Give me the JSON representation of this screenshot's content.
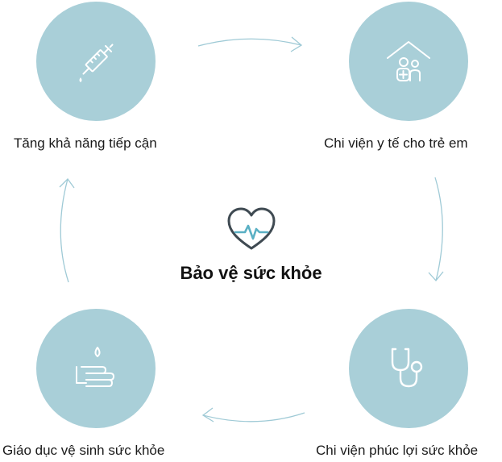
{
  "center": {
    "title": "Bảo vệ sức khỏe",
    "icon": "heart-pulse-icon"
  },
  "nodes": [
    {
      "label": "Tăng khả năng tiếp cận",
      "icon": "syringe-icon"
    },
    {
      "label": "Chi viện y tế cho trẻ em",
      "icon": "house-people-medical-icon"
    },
    {
      "label": "Chi viện phúc lợi sức khỏe",
      "icon": "stethoscope-icon"
    },
    {
      "label": "Giáo dục vệ sinh sức khỏe",
      "icon": "hand-washing-icon"
    }
  ],
  "colors": {
    "circle": "#a9cfd8",
    "arrow": "#9fcad6",
    "icon_line": "#ffffff",
    "heart_outline": "#3f4a52",
    "heart_pulse": "#5ab0c4"
  }
}
